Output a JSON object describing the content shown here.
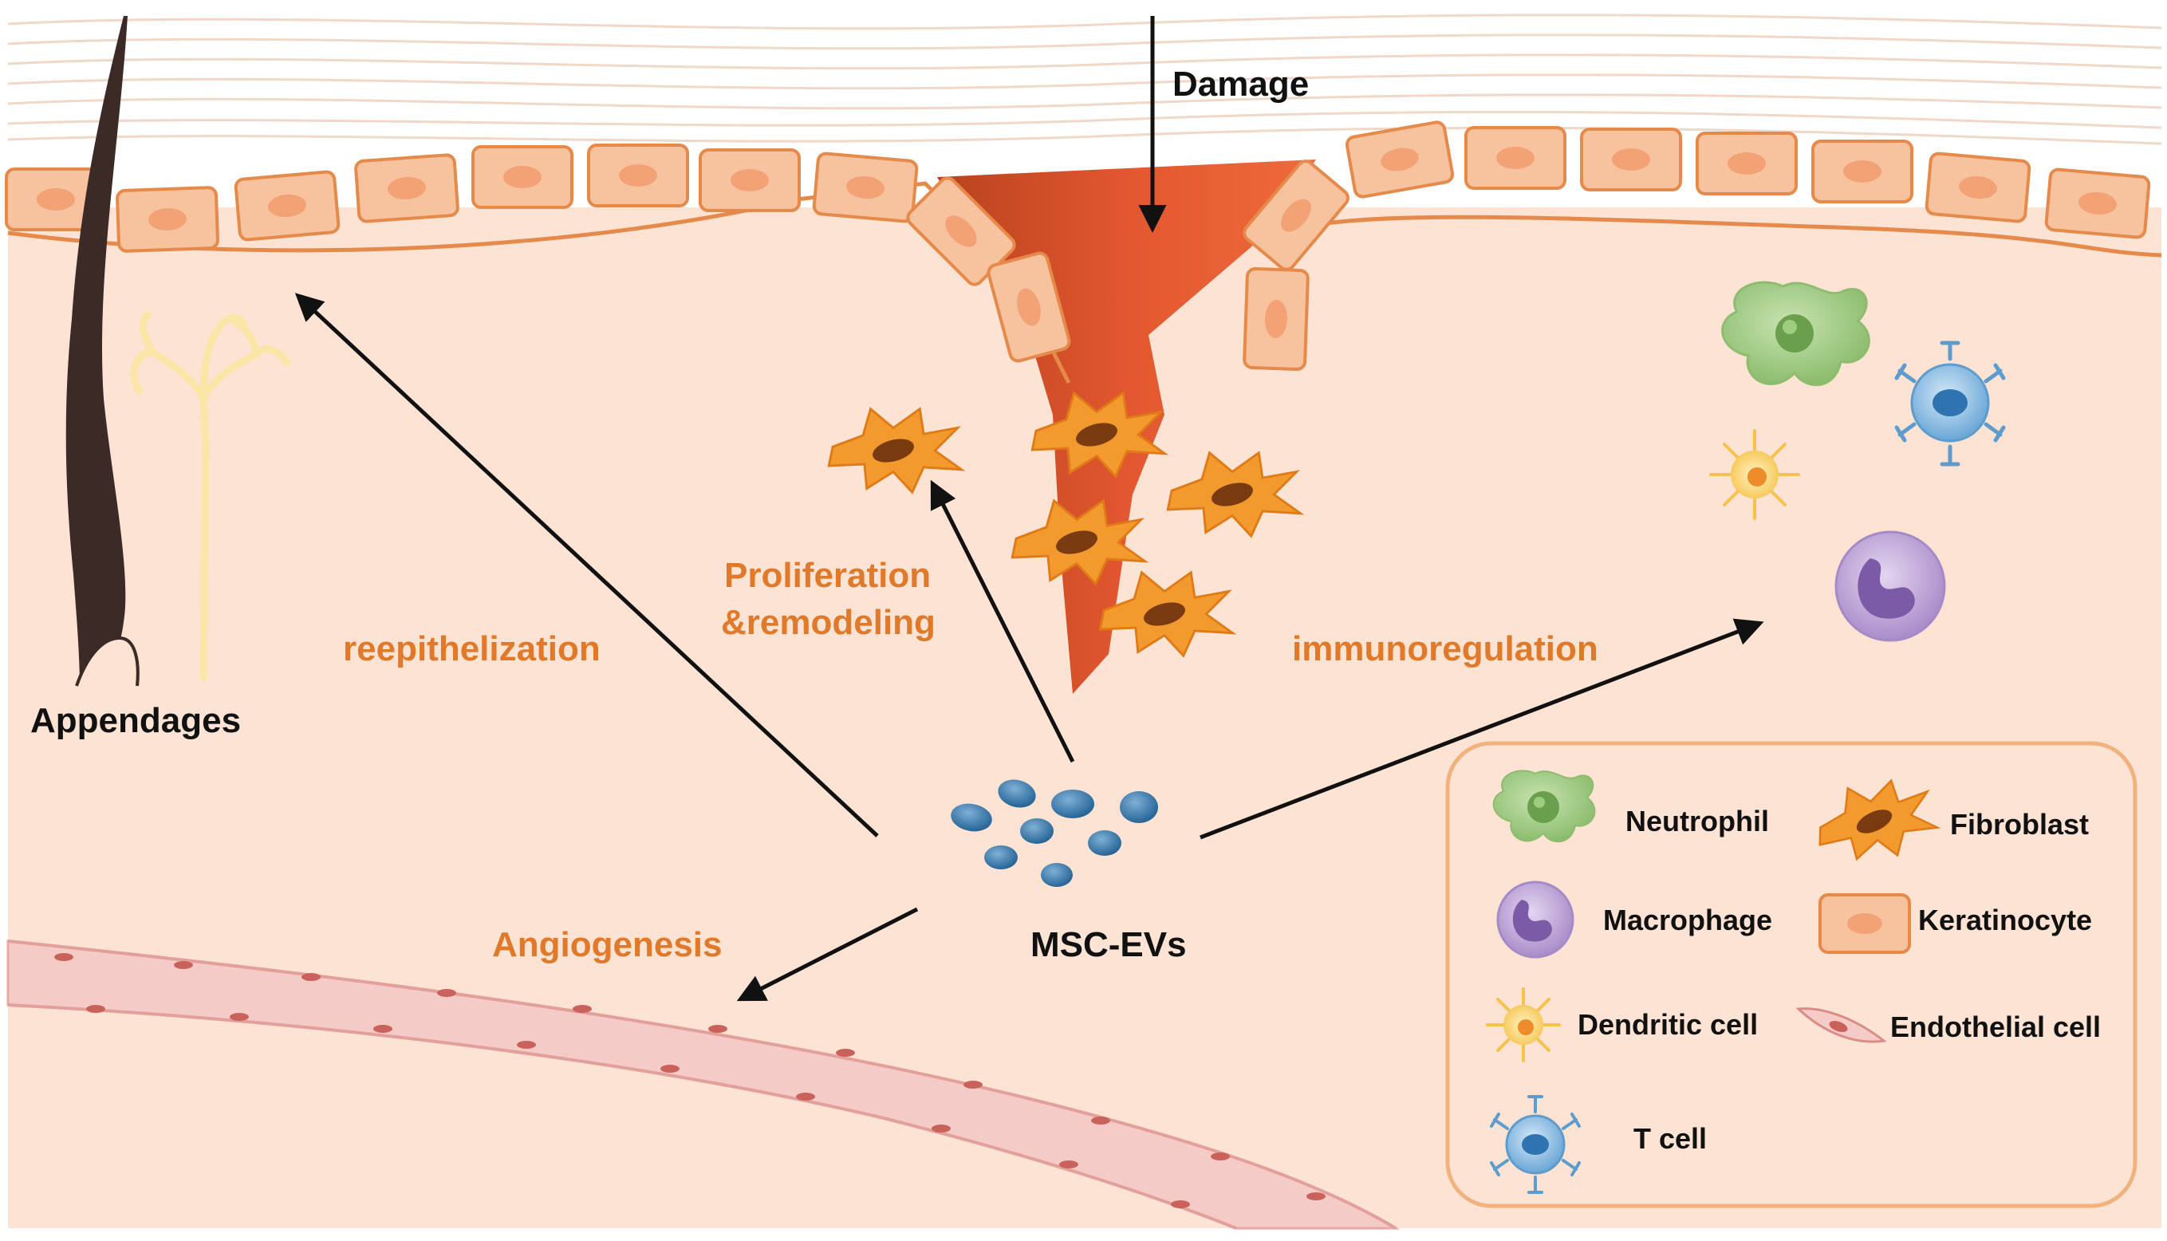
{
  "labels": {
    "damage": "Damage",
    "appendages": "Appendages",
    "reepithelization": "reepithelization",
    "proliferation_line1": "Proliferation",
    "proliferation_line2": "&remodeling",
    "immunoregulation": "immunoregulation",
    "angiogenesis": "Angiogenesis",
    "msc_evs": "MSC-EVs"
  },
  "legend": {
    "neutrophil": "Neutrophil",
    "fibroblast": "Fibroblast",
    "macrophage": "Macrophage",
    "keratinocyte": "Keratinocyte",
    "dendritic_cell": "Dendritic cell",
    "endothelial_cell": "Endothelial cell",
    "t_cell": "T cell"
  },
  "colors": {
    "skin_background": "#fce3d3",
    "keratinocyte": "#f7c29e",
    "keratinocyte_border": "#e58a4a",
    "wound": "#e2572f",
    "fibroblast": "#f29a2e",
    "vesicle": "#3a78a8",
    "label_orange": "#e07a2a",
    "neutrophil": "#a9cf8e",
    "macrophage": "#c7b0dc",
    "t_cell": "#7fb6e0",
    "dendritic_cell": "#fbd36a",
    "vessel": "#f2c3c0"
  }
}
